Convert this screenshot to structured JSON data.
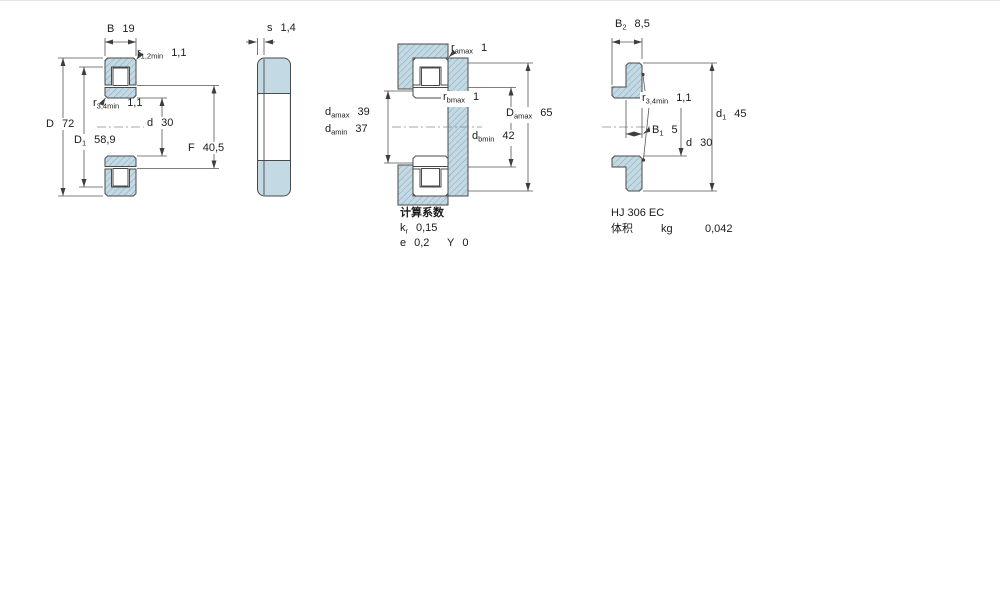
{
  "colors": {
    "steel_fill": "#c3d9e3",
    "hatch_line": "#86a9b8",
    "outline": "#4a4a4a",
    "dim_line": "#555555"
  },
  "section_view": {
    "dims": {
      "B": {
        "label": "B",
        "value": "19"
      },
      "r12": {
        "label": "r",
        "sub": "1,2min",
        "value": "1,1"
      },
      "D": {
        "label": "D",
        "value": "72"
      },
      "D1": {
        "label": "D",
        "sub": "1",
        "value": "58,9"
      },
      "r34": {
        "label": "r",
        "sub": "3,4min",
        "value": "1,1"
      },
      "d": {
        "label": "d",
        "value": "30"
      },
      "F": {
        "label": "F",
        "value": "40,5"
      }
    }
  },
  "side_view": {
    "dims": {
      "s": {
        "label": "s",
        "value": "1,4"
      }
    }
  },
  "abutment_view": {
    "dims": {
      "ramax": {
        "label": "r",
        "sub": "amax",
        "value": "1"
      },
      "rbmax": {
        "label": "r",
        "sub": "bmax",
        "value": "1"
      },
      "damax": {
        "label": "d",
        "sub": "amax",
        "value": "39"
      },
      "damin": {
        "label": "d",
        "sub": "amin",
        "value": "37"
      },
      "Damax": {
        "label": "D",
        "sub": "amax",
        "value": "65"
      },
      "dbmin": {
        "label": "d",
        "sub": "bmin",
        "value": "42"
      }
    },
    "calculation_factors": {
      "title": "计算系数",
      "kr": {
        "label": "k",
        "sub": "r",
        "value": "0,15"
      },
      "e": {
        "label": "e",
        "value": "0,2"
      },
      "Y": {
        "label": "Y",
        "value": "0"
      }
    }
  },
  "angle_ring_view": {
    "designation": "HJ 306 EC",
    "mass": {
      "label": "体积",
      "unit": "kg",
      "value": "0,042"
    },
    "dims": {
      "B2": {
        "label": "B",
        "sub": "2",
        "value": "8,5"
      },
      "r34": {
        "label": "r",
        "sub": "3,4min",
        "value": "1,1"
      },
      "d1": {
        "label": "d",
        "sub": "1",
        "value": "45"
      },
      "B1": {
        "label": "B",
        "sub": "1",
        "value": "5"
      },
      "d": {
        "label": "d",
        "value": "30"
      }
    }
  }
}
